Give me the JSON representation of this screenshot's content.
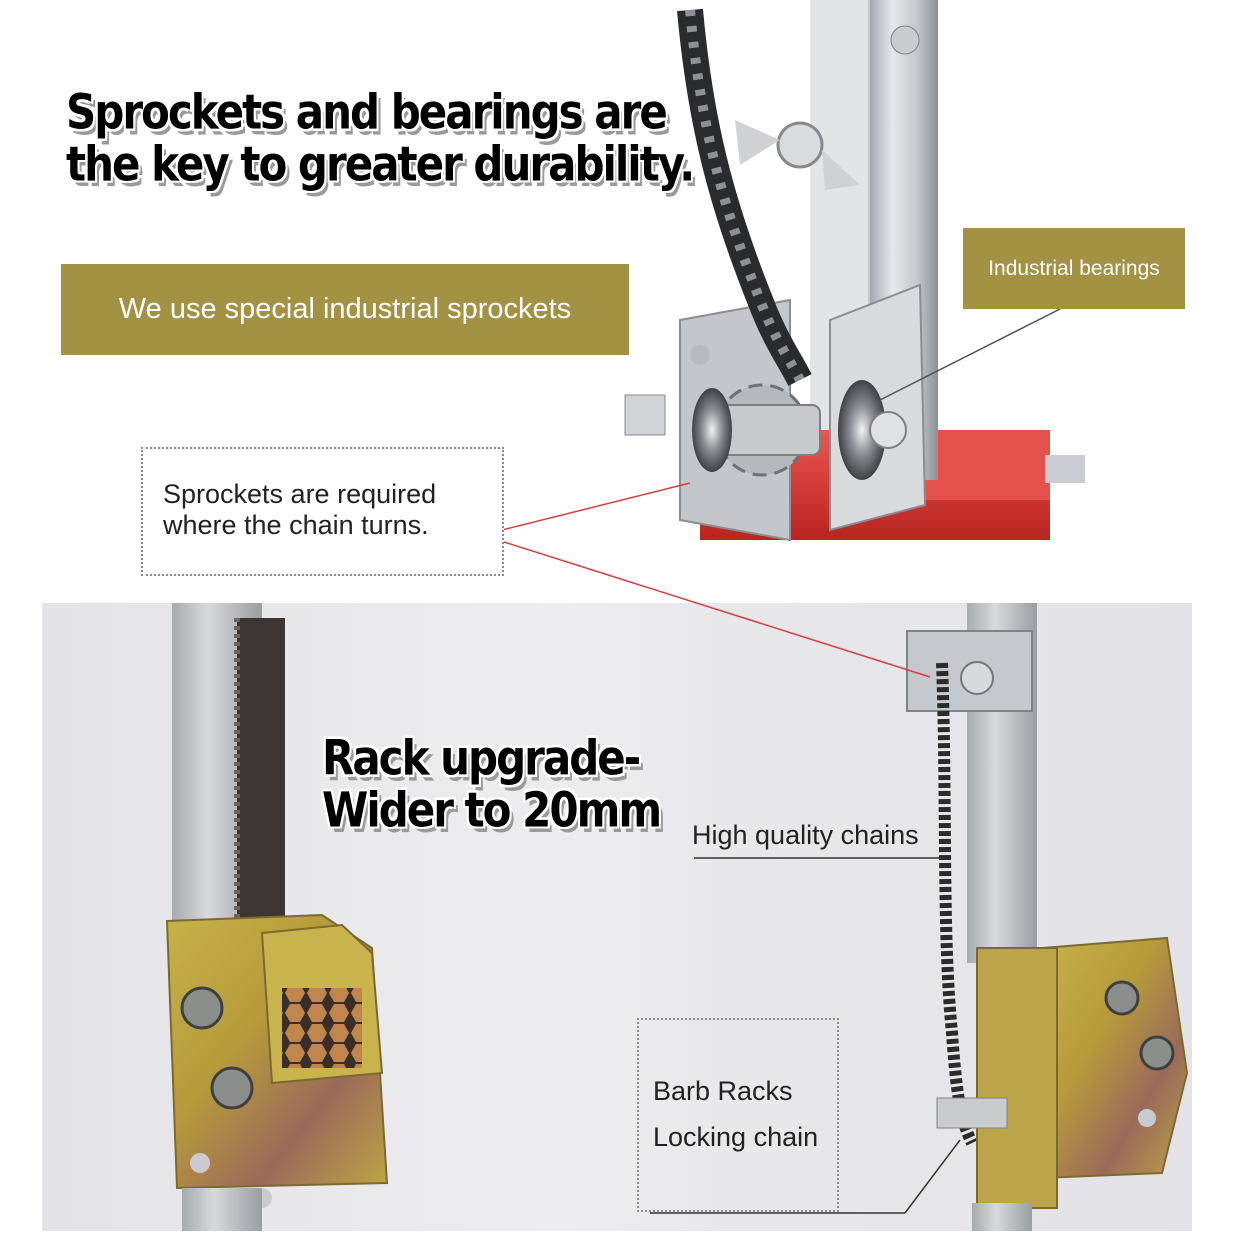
{
  "headline_top": {
    "line1": "Sprockets and bearings are",
    "line2": "the key to greater durability."
  },
  "banner_sprockets": "We use special industrial sprockets",
  "banner_bearings": "Industrial bearings",
  "callout_sprockets": {
    "line1": "Sprockets are required",
    "line2": "where the chain turns."
  },
  "headline_rack": {
    "line1": "Rack upgrade-",
    "line2": "Wider to 20mm"
  },
  "label_chains": "High quality chains",
  "callout_barb": {
    "line1": "Barb Racks",
    "line2": "Locking chain"
  },
  "colors": {
    "gold": "#a39243",
    "red_pointer": "#e03a3a",
    "red_base": "#d93a36",
    "brass": "#b9a23e",
    "steel": "#b8bbc0"
  },
  "icons": [
    "roller-chain-graphic",
    "sprocket-graphic",
    "bearing-graphic",
    "rack-gear-graphic",
    "wing-nut-graphic"
  ]
}
